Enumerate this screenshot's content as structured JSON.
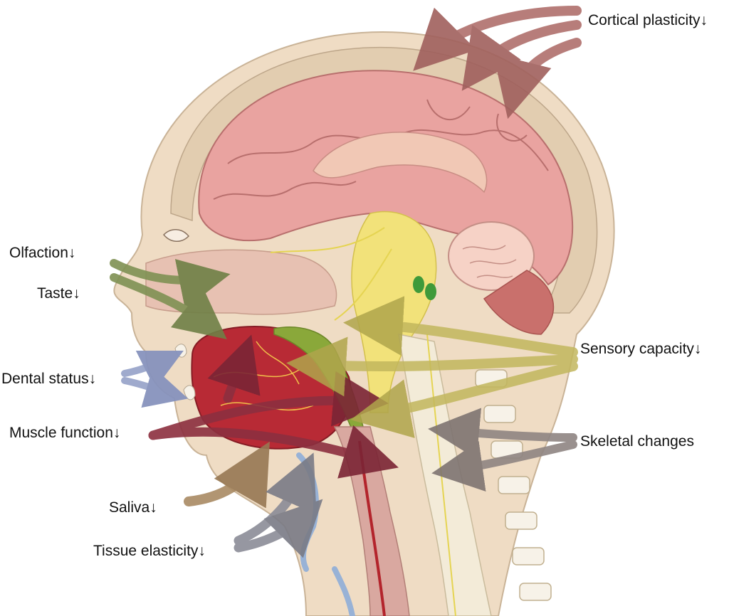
{
  "labels": {
    "cortical_plasticity": "Cortical plasticity↓",
    "olfaction": "Olfaction↓",
    "taste": "Taste↓",
    "dental_status": "Dental status↓",
    "muscle_function": "Muscle function↓",
    "saliva": "Saliva↓",
    "tissue_elasticity": "Tissue elasticity↓",
    "sensory_capacity": "Sensory capacity↓",
    "skeletal_changes": "Skeletal changes"
  },
  "colors": {
    "skin": "#efdcc4",
    "brain": "#e9a3a0",
    "cerebellum": "#f6d2c6",
    "brainstem": "#f2e27a",
    "tongue": "#b82a35",
    "spinal_cord": "#f3ebd8",
    "arrow_cortical": "#b06f6c",
    "arrow_olfaction": "#7f9153",
    "arrow_dental": "#9aa6cb",
    "arrow_muscle": "#8c2f3f",
    "arrow_saliva": "#a98a63",
    "arrow_tissue": "#8b8c97",
    "arrow_sensory": "#c2b75d",
    "arrow_skeletal": "#8f8582"
  }
}
